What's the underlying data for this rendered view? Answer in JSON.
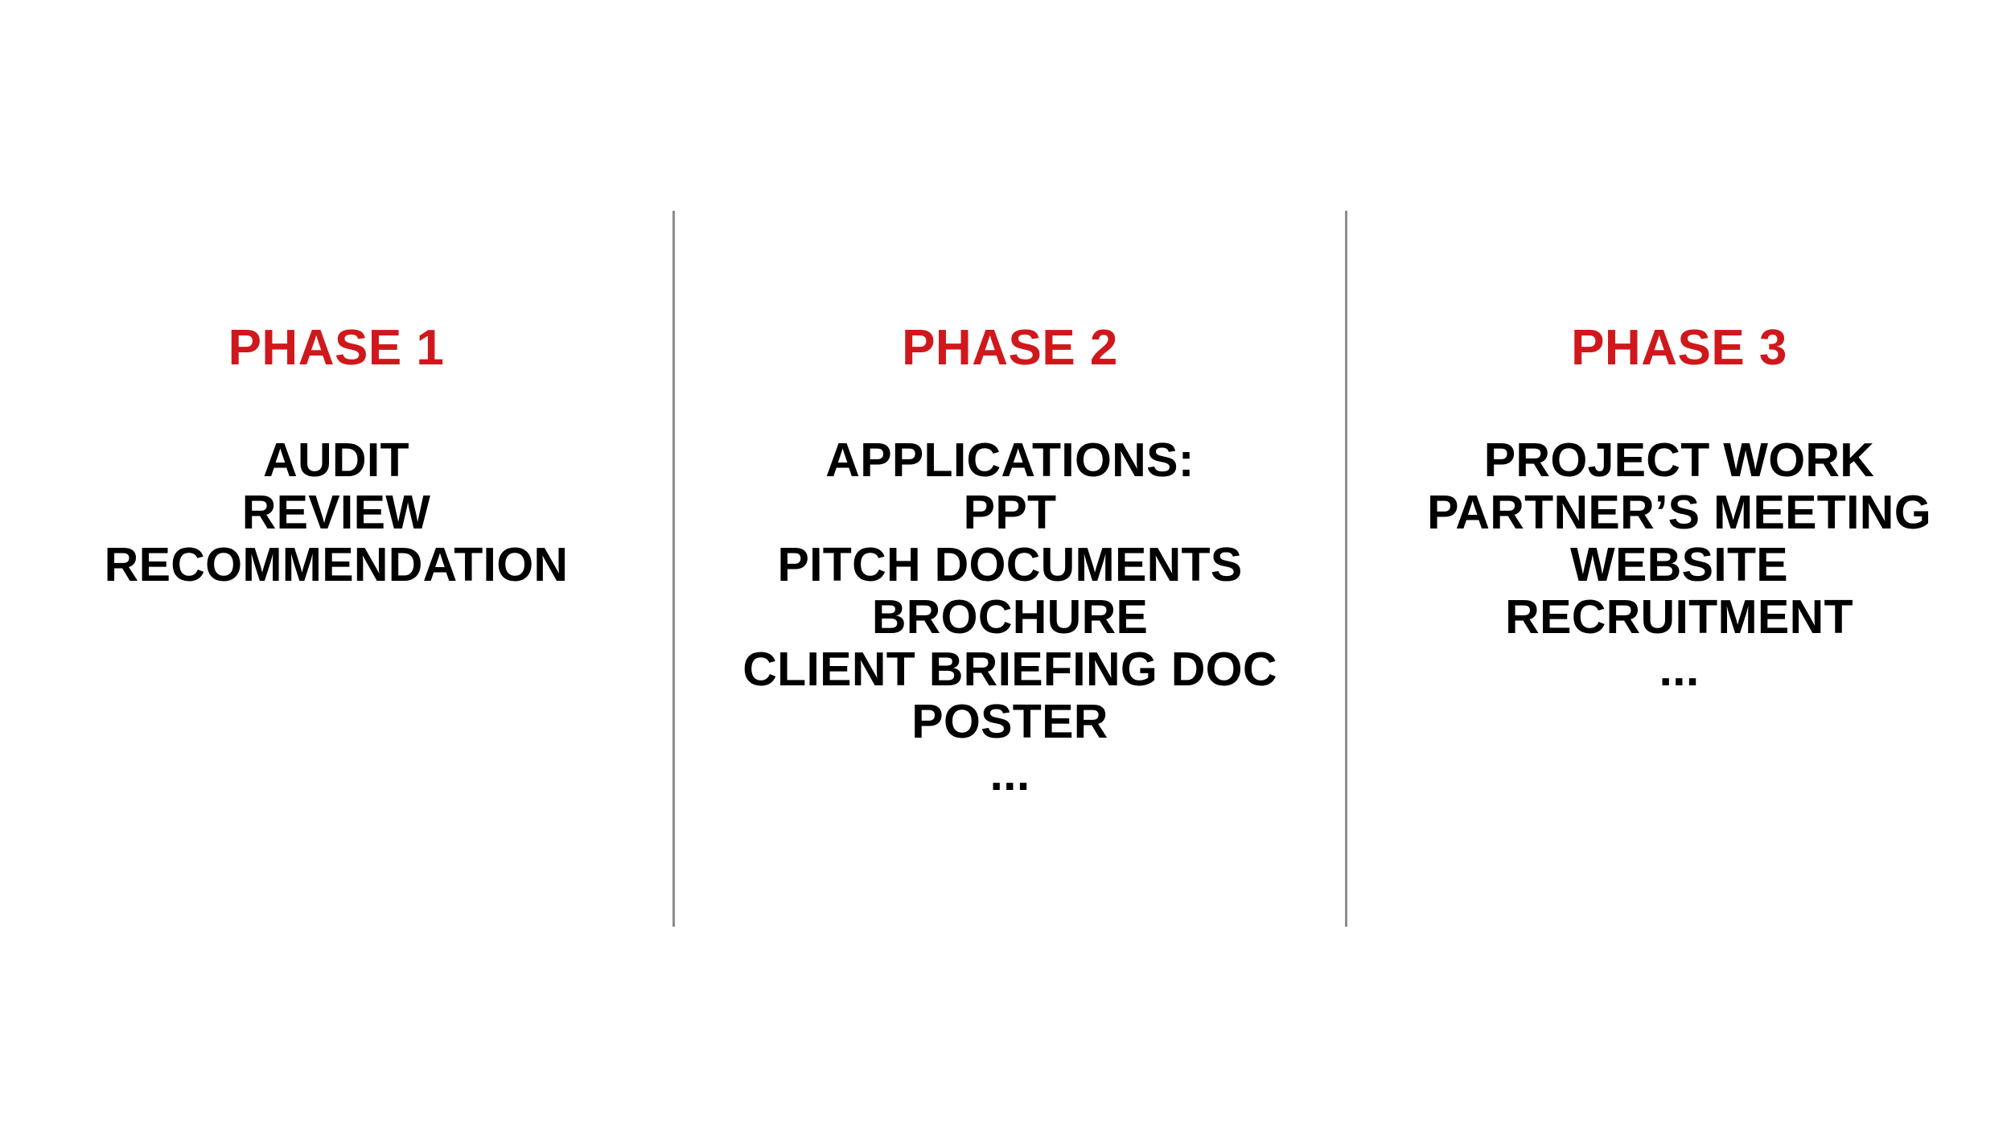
{
  "colors": {
    "accent": "#d0181c",
    "text": "#000000",
    "divider": "#8c8c8c",
    "background": "#ffffff"
  },
  "phases": [
    {
      "title": "PHASE 1",
      "items": [
        "AUDIT",
        "REVIEW",
        "RECOMMENDATION"
      ]
    },
    {
      "title": "PHASE 2",
      "items": [
        "APPLICATIONS:",
        "PPT",
        "PITCH DOCUMENTS",
        "BROCHURE",
        "CLIENT BRIEFING DOC",
        "POSTER",
        "..."
      ]
    },
    {
      "title": "PHASE 3",
      "items": [
        "PROJECT WORK",
        "PARTNER’S MEETING",
        "WEBSITE",
        "RECRUITMENT",
        "..."
      ]
    }
  ]
}
